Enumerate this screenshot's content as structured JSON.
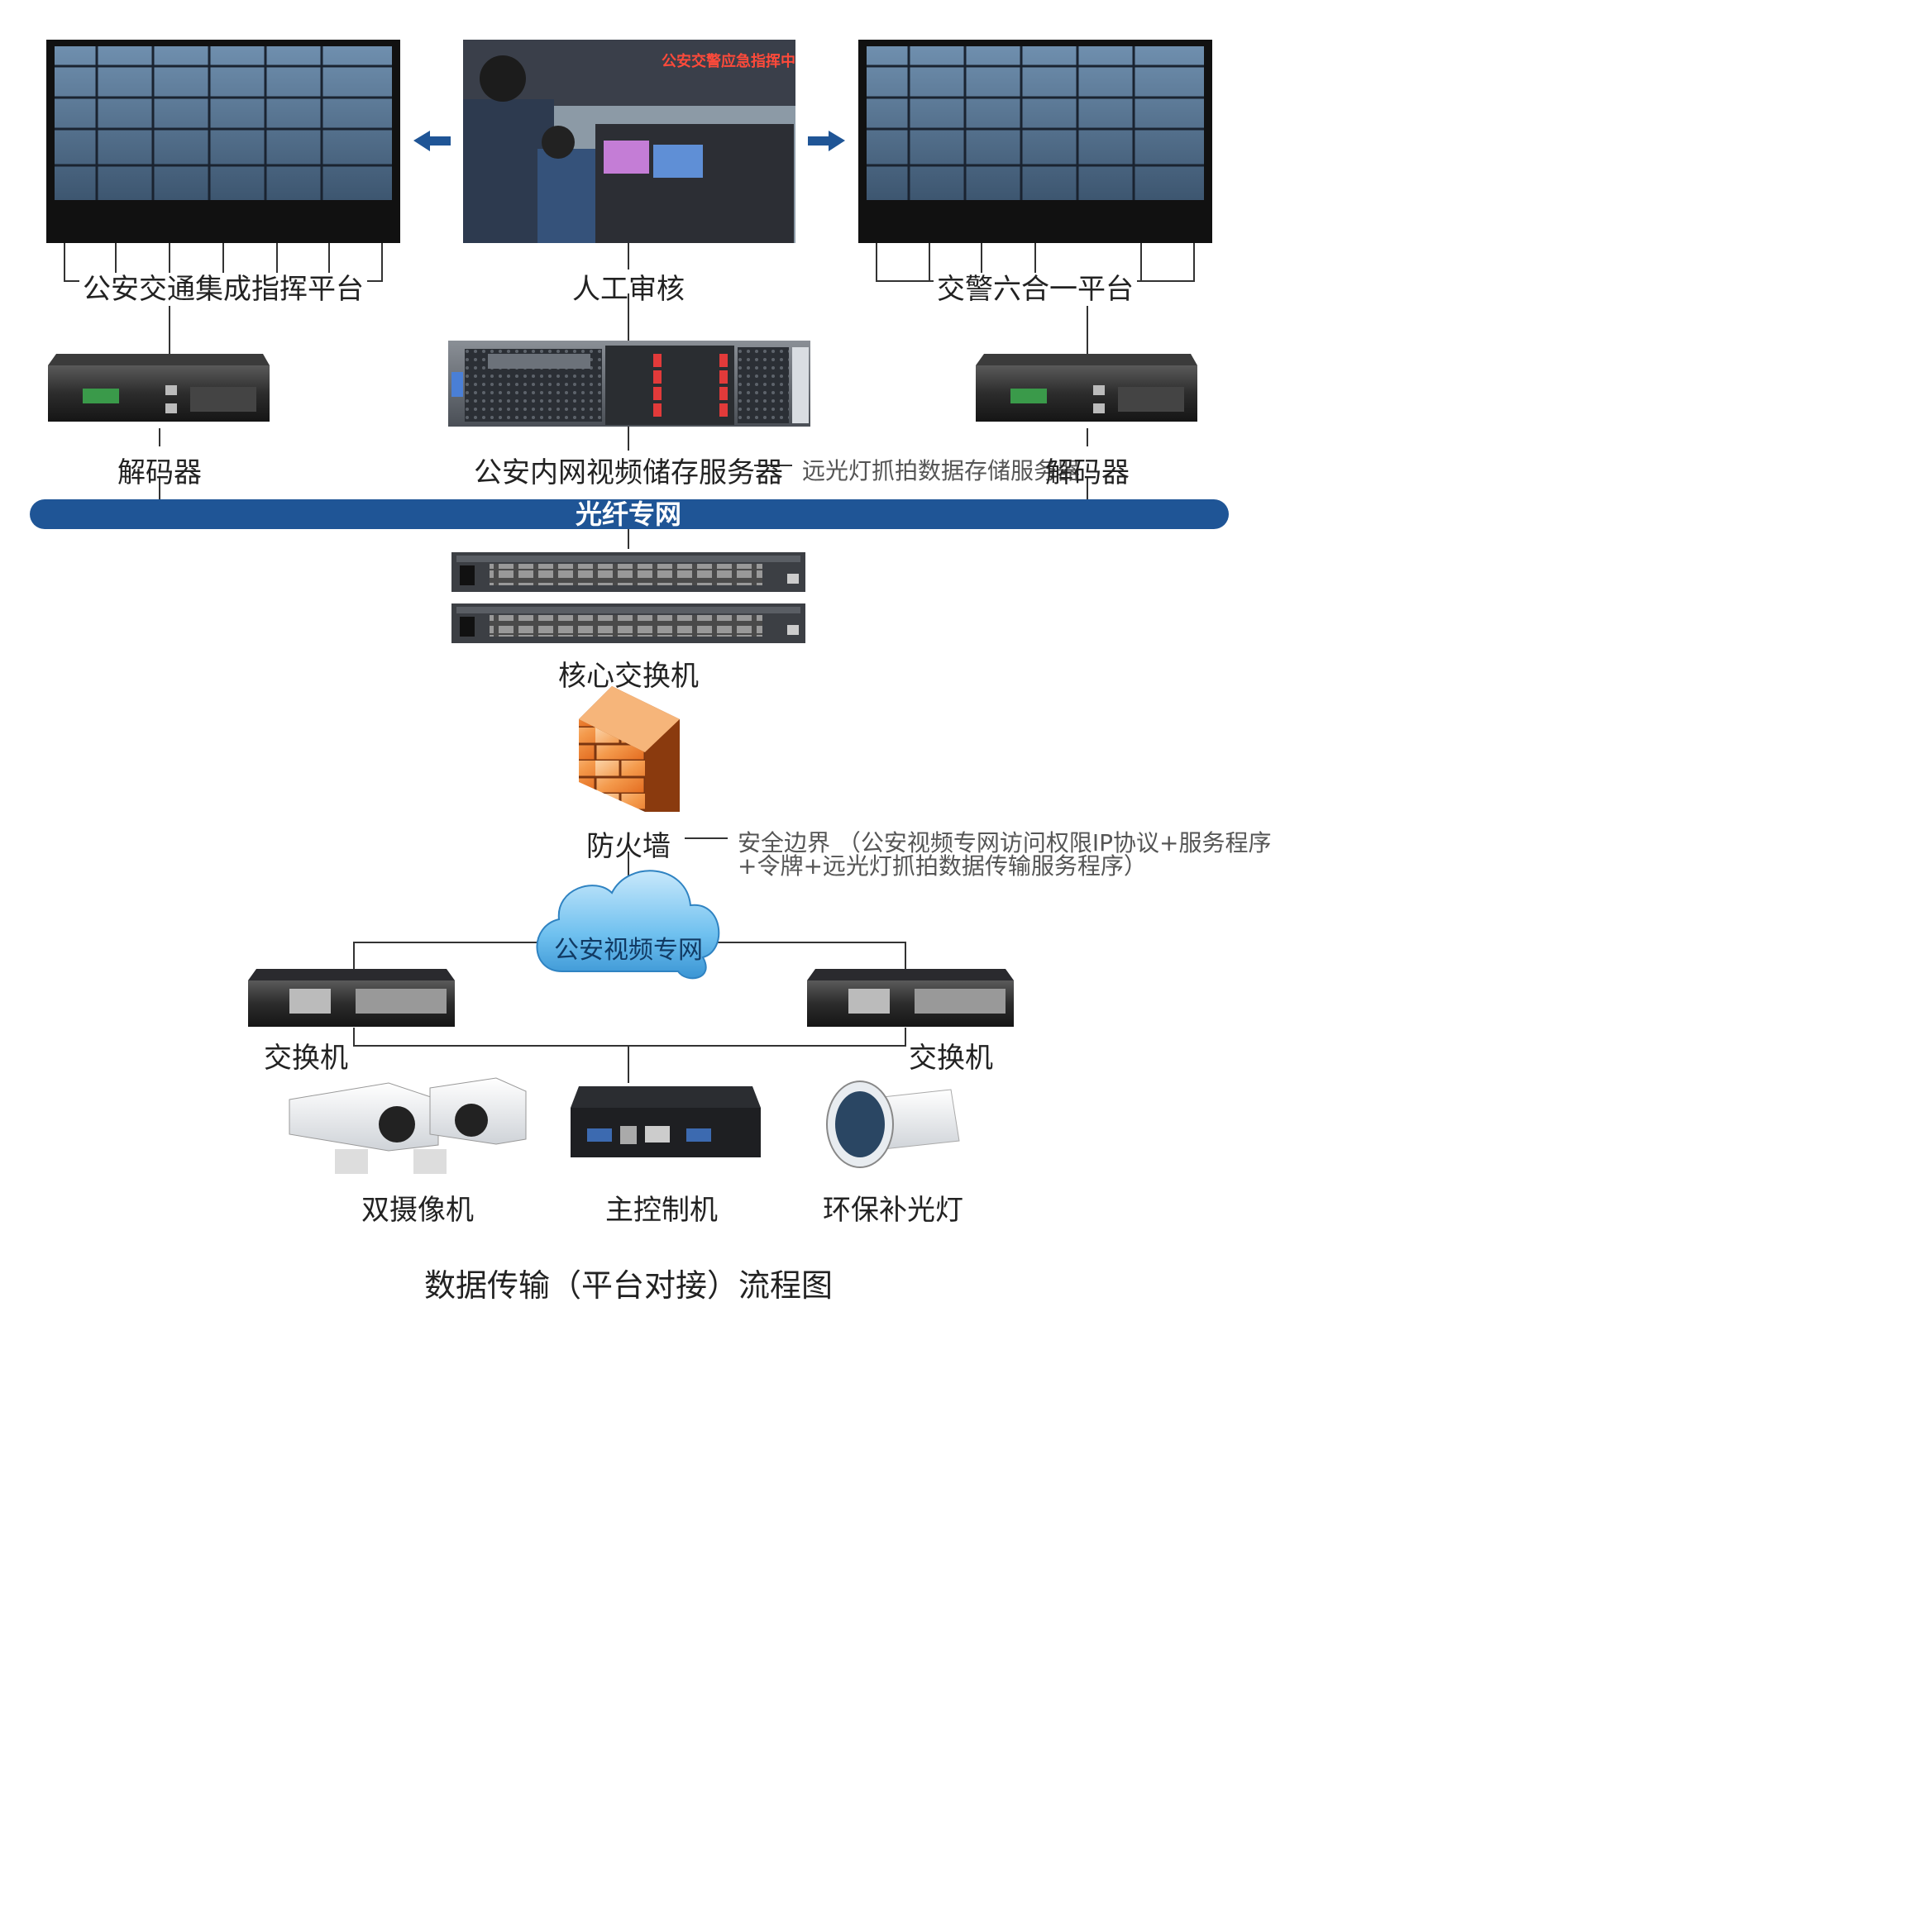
{
  "labels": {
    "platform_left": "公安交通集成指挥平台",
    "manual_review": "人工审核",
    "platform_right": "交警六合一平台",
    "decoder_left": "解码器",
    "storage_server": "公安内网视频储存服务器",
    "storage_note": "远光灯抓拍数据存储服务器",
    "decoder_right": "解码器",
    "fiber_network": "光纤专网",
    "core_switch": "核心交换机",
    "firewall": "防火墙",
    "firewall_note_line1": "安全边界 （公安视频专网访问权限IP协议+服务程序",
    "firewall_note_line2": "+令牌+远光灯抓拍数据传输服务程序）",
    "video_network": "公安视频专网",
    "switch_left": "交换机",
    "switch_right": "交换机",
    "dual_camera": "双摄像机",
    "main_controller": "主控制机",
    "fill_light": "环保补光灯",
    "diagram_caption": "数据传输（平台对接）流程图",
    "monitor_banner": "公安交警应急指挥中"
  },
  "colors": {
    "fiber_bar": "#1f5596",
    "arrow": "#1f5596",
    "line": "#333333",
    "cloud": "#5cb3e8",
    "firewall": "#f08a3c"
  }
}
